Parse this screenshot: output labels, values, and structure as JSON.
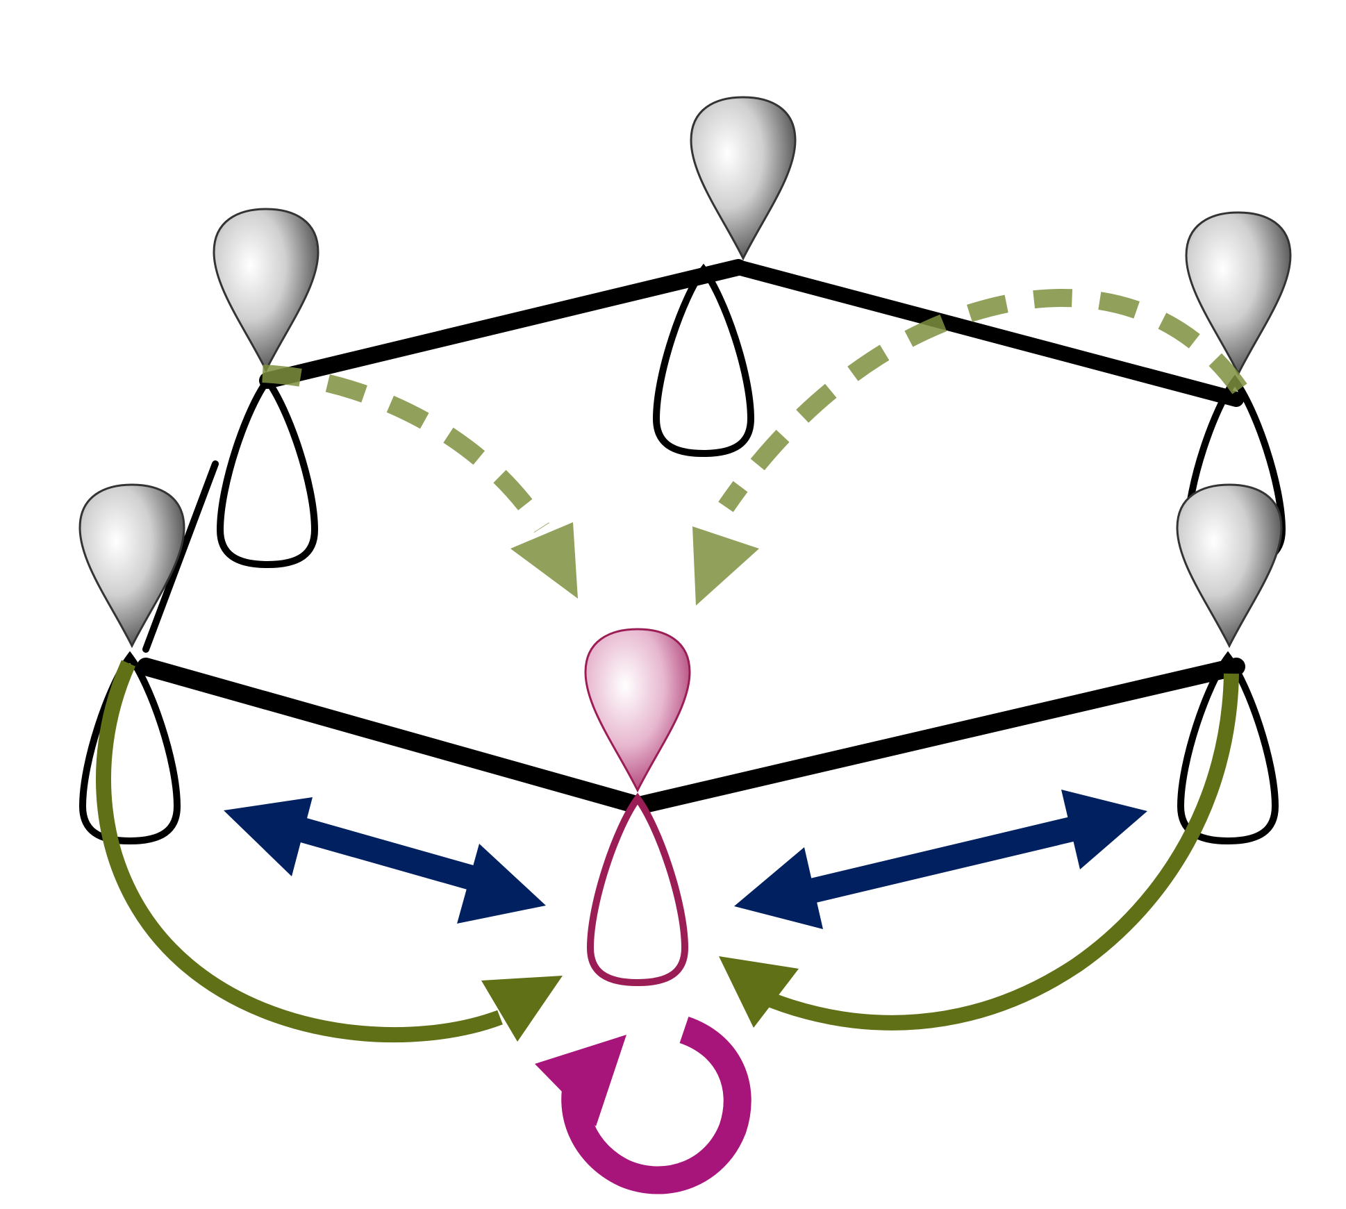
{
  "diagram": {
    "kind": "benzene ring p-orbital interaction diagram",
    "colors": {
      "ring_bond": "#000000",
      "orbital_outline": "#000000",
      "orbital_shade_dark": "#444444",
      "orbital_shade_light": "#ffffff",
      "central_orbital_outline": "#9b1d55",
      "central_orbital_shade": "#b73a78",
      "dashed_arrow": "#8c9c54",
      "solid_green_arrow": "#5f7016",
      "blue_double_arrow": "#00205f",
      "magenta_self_arrow": "#a8157a"
    },
    "atoms": [
      {
        "id": "top"
      },
      {
        "id": "upper-left"
      },
      {
        "id": "upper-right"
      },
      {
        "id": "lower-left"
      },
      {
        "id": "lower-right"
      },
      {
        "id": "center-bottom",
        "highlighted": true
      }
    ],
    "arrows": [
      {
        "id": "dashed-left",
        "style": "dashed",
        "color": "dashed_arrow"
      },
      {
        "id": "dashed-right",
        "style": "dashed",
        "color": "dashed_arrow"
      },
      {
        "id": "solid-left",
        "style": "solid",
        "color": "solid_green_arrow"
      },
      {
        "id": "solid-right",
        "style": "solid",
        "color": "solid_green_arrow"
      },
      {
        "id": "double-left",
        "style": "double-headed",
        "color": "blue_double_arrow"
      },
      {
        "id": "double-right",
        "style": "double-headed",
        "color": "blue_double_arrow"
      },
      {
        "id": "self-loop",
        "style": "circular",
        "color": "magenta_self_arrow"
      }
    ]
  }
}
